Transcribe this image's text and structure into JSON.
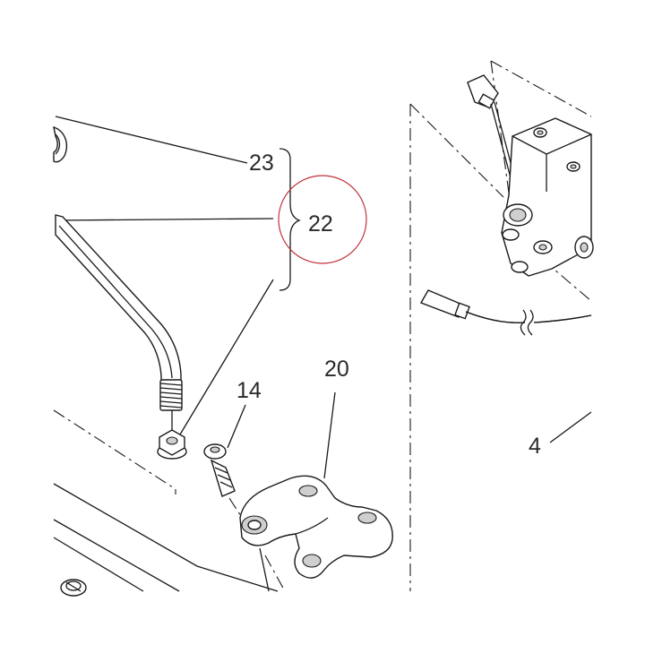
{
  "labels": {
    "l23": "23",
    "l22": "22",
    "l14": "14",
    "l20": "20",
    "l4": "4"
  },
  "colors": {
    "line": "#1a1a1a",
    "highlight_circle": "#c0323a",
    "background": "#ffffff"
  },
  "icons": {
    "split": "wavy-break-symbol"
  }
}
